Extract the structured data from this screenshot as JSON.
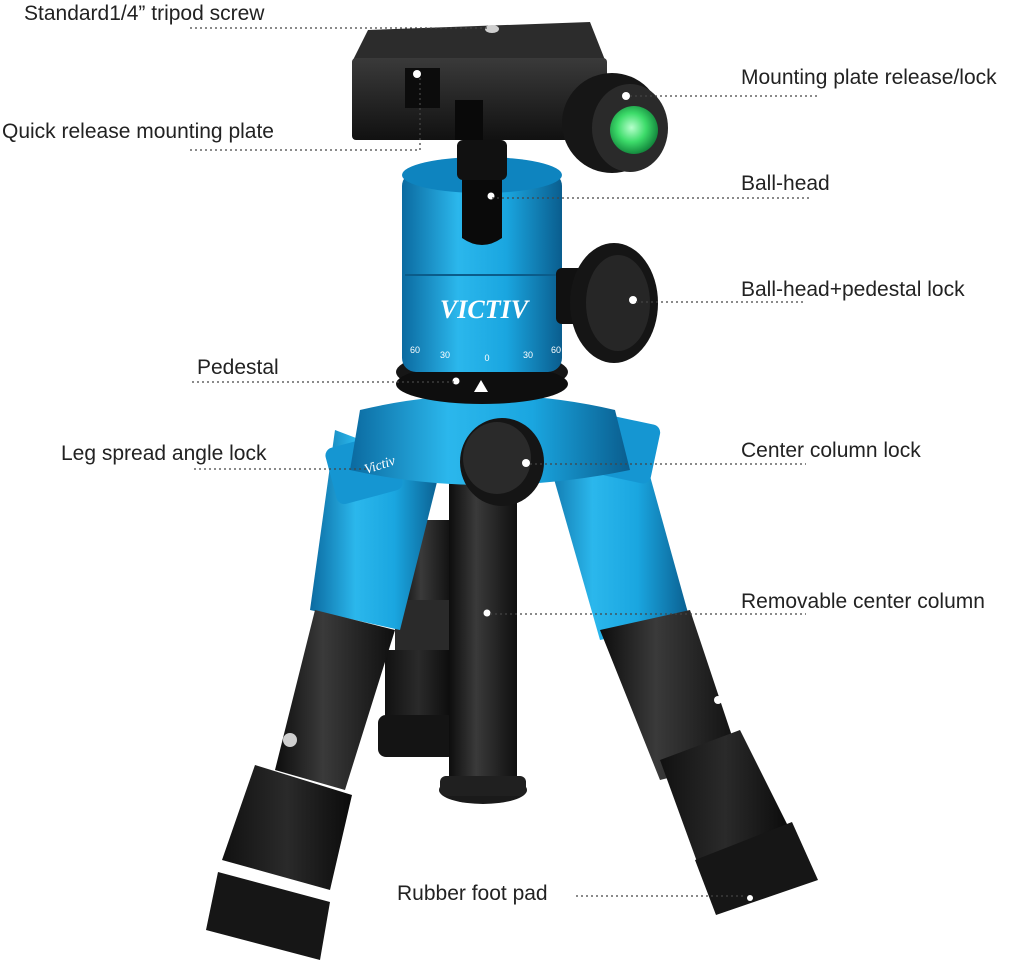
{
  "brand": "VICTIV",
  "brand_leg": "Victiv",
  "scale_marks": [
    "60",
    "30",
    "0",
    "30",
    "60"
  ],
  "colors": {
    "accent_blue": "#1aa6e0",
    "accent_blue_dark": "#0d6fa6",
    "metal_black": "#1c1c1c",
    "bubble_green": "#3ddc6a",
    "label_text": "#222222",
    "leader_line": "#444444"
  },
  "callouts": [
    {
      "id": "standard-tripod-screw",
      "text": "Standard1/4” tripod screw"
    },
    {
      "id": "mounting-plate-release-lock",
      "text": "Mounting plate release/lock"
    },
    {
      "id": "quick-release-mounting-plate",
      "text": "Quick release mounting plate"
    },
    {
      "id": "ball-head",
      "text": "Ball-head"
    },
    {
      "id": "ball-head-pedestal-lock",
      "text": "Ball-head+pedestal lock"
    },
    {
      "id": "pedestal",
      "text": "Pedestal"
    },
    {
      "id": "leg-spread-angle-lock",
      "text": "Leg spread angle lock"
    },
    {
      "id": "center-column-lock",
      "text": "Center column lock"
    },
    {
      "id": "removable-center-column",
      "text": "Removable center column"
    },
    {
      "id": "rubber-foot-pad",
      "text": "Rubber foot pad"
    }
  ]
}
